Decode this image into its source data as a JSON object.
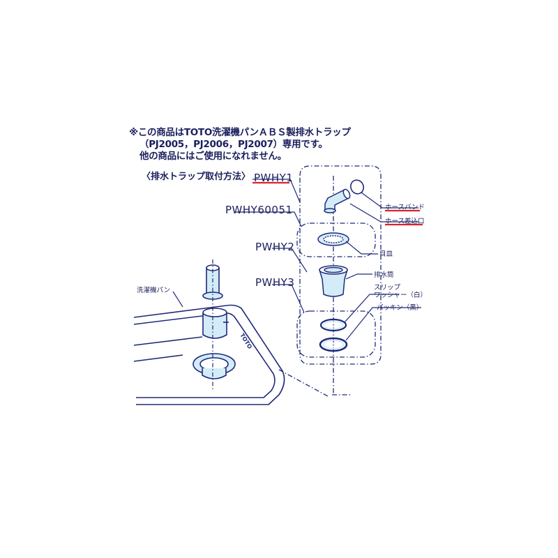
{
  "notes": [
    "※この商品はTOTO洗濯機パンＡＢＳ製排水トラップ",
    "（PJ2005，PJ2006，PJ2007）専用です。",
    "他の商品にはご使用になれません。"
  ],
  "section_title": "〈排水トラップ取付方法〉",
  "part_codes": {
    "pwhy1": "PWHY1",
    "pwhy60051": "PWHY60051",
    "pwhy2": "PWHY2",
    "pwhy3": "PWHY3"
  },
  "part_names": {
    "hose_band": "ホースバンド",
    "hose_inlet": "ホース差込口",
    "grate": "目皿",
    "drain_tube": "排水筒",
    "slip_washer_1": "スリップ",
    "slip_washer_2": "ワッシャー（白）",
    "packing": "パッキン（黒）",
    "washer_pan": "洗濯機パン"
  },
  "pan_brand": "TOTO",
  "colors": {
    "line": "#1e2a7a",
    "fill": "#d3ecf8",
    "highlight": "#d9232e",
    "text": "#1a1f5c"
  }
}
